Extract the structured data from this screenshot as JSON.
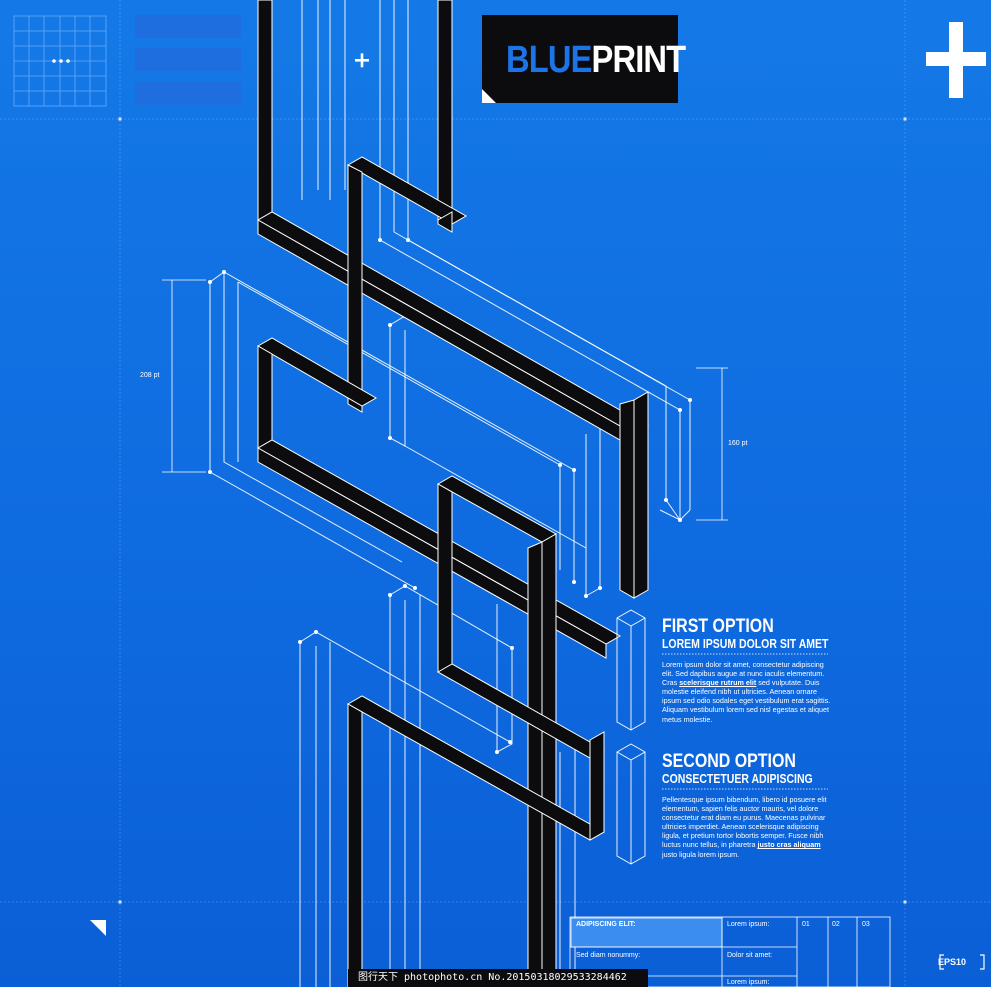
{
  "title": {
    "part1": "BLUE",
    "part2": "PRINT"
  },
  "options": [
    {
      "heading": "FIRST OPTION",
      "subheading": "LOREM IPSUM DOLOR SIT AMET",
      "body_before": "Lorem ipsum dolor sit amet, consectetur adipiscing elit. Sed dapibus augue at nunc iaculis elementum. Cras ",
      "body_link": "scelerisque rutrum elit",
      "body_after": " sed vulputate. Duis molestie eleifend nibh ut ultricies. Aenean ornare ipsum sed odio sodales eget vestibulum erat sagittis. Aliquam vestibulum lorem sed nisl egestas et aliquet metus molestie."
    },
    {
      "heading": "SECOND OPTION",
      "subheading": "CONSECTETUER ADIPISCING",
      "body_before": "Pellentesque ipsum bibendum, libero id posuere elit elementum, sapien felis auctor mauris, vel dolore consectetur erat diam eu purus. Maecenas pulvinar ultricies imperdiet. Aenean scelerisque adipiscing ligula, et pretium tortor lobortis semper. Fusce nibh luctus nunc tellus, in pharetra ",
      "body_link": "justo cras aliquam",
      "body_after": " justo ligula lorem ipsum."
    }
  ],
  "dimensions": {
    "left": "208 pt",
    "right": "160 pt"
  },
  "table": {
    "row1_label": "ADIPISCING ELIT:",
    "row1_col2": "Lorem ipsum:",
    "row2_label": "Sed diam nonummy:",
    "row2_col2": "Dolor sit amet:",
    "row3_col2": "Lorem ipsum:",
    "col_numbers": [
      "01",
      "02",
      "03"
    ]
  },
  "badge": "EPS10",
  "watermark": "图行天下  photophoto.cn  No.20150318029533284462",
  "colors": {
    "background": "#1270e4",
    "dark": "#0c0c0f",
    "accent_text": "#1d74e8",
    "line": "#ffffff"
  }
}
